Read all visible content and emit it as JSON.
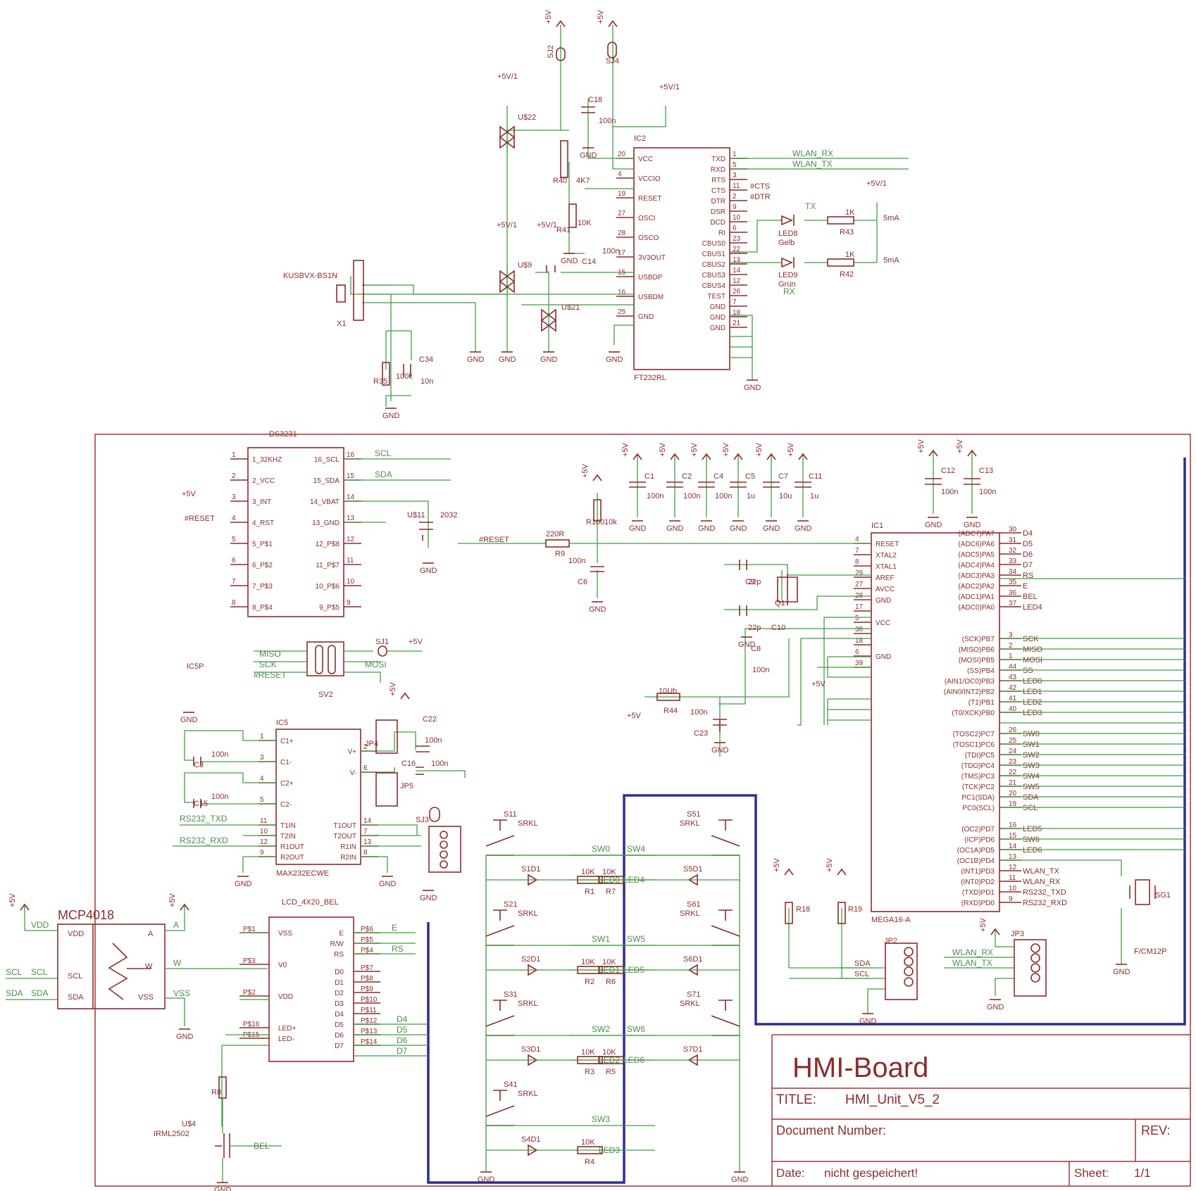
{
  "title_block": {
    "board_name": "HMI-Board",
    "title_label": "TITLE:",
    "title_value": "HMI_Unit_V5_2",
    "doc_label": "Document Number:",
    "rev_label": "REV:",
    "date_label": "Date:",
    "date_value": "nicht gespeichert!",
    "sheet_label": "Sheet:",
    "sheet_value": "1/1"
  },
  "ic2": {
    "name": "IC2",
    "part": "FT232RL",
    "left_pins": [
      [
        "20",
        "VCC"
      ],
      [
        "4",
        "VCCIO"
      ],
      [
        "19",
        "RESET"
      ],
      [
        "27",
        "OSCI"
      ],
      [
        "28",
        "OSCO"
      ],
      [
        "17",
        "3V3OUT"
      ],
      [
        "15",
        "USBDP"
      ],
      [
        "16",
        "USBDM"
      ],
      [
        "25",
        "GND"
      ]
    ],
    "right_pins": [
      [
        "1",
        "TXD"
      ],
      [
        "5",
        "RXD"
      ],
      [
        "3",
        "RTS"
      ],
      [
        "11",
        "CTS"
      ],
      [
        "2",
        "DTR"
      ],
      [
        "9",
        "DSR"
      ],
      [
        "10",
        "DCD"
      ],
      [
        "6",
        "RI"
      ],
      [
        "23",
        "CBUS0"
      ],
      [
        "22",
        "CBUS1"
      ],
      [
        "13",
        "CBUS2"
      ],
      [
        "14",
        "CBUS3"
      ],
      [
        "12",
        "CBUS4"
      ],
      [
        "26",
        "TEST"
      ],
      [
        "7",
        "GND"
      ],
      [
        "18",
        "GND"
      ],
      [
        "21",
        "GND"
      ]
    ]
  },
  "ic1": {
    "name": "IC1",
    "part": "MEGA16-A",
    "left_pins": [
      [
        "4",
        "RESET"
      ],
      [
        "7",
        "XTAL2"
      ],
      [
        "8",
        "XTAL1"
      ],
      [
        "29",
        "AREF"
      ],
      [
        "27",
        "AVCC"
      ],
      [
        "28",
        "GND"
      ],
      [
        "17",
        ""
      ],
      [
        "5",
        "VCC"
      ],
      [
        "38",
        ""
      ],
      [
        "18",
        ""
      ],
      [
        "6",
        "GND"
      ],
      [
        "39",
        ""
      ]
    ],
    "port_a": [
      [
        "(ADC7)PA7",
        "30",
        "D4"
      ],
      [
        "(ADC6)PA6",
        "31",
        "D5"
      ],
      [
        "(ADC5)PA5",
        "32",
        "D6"
      ],
      [
        "(ADC4)PA4",
        "33",
        "D7"
      ],
      [
        "(ADC3)PA3",
        "34",
        "RS"
      ],
      [
        "(ADC2)PA2",
        "35",
        "E"
      ],
      [
        "(ADC1)PA1",
        "36",
        "BEL"
      ],
      [
        "(ADC0)PA0",
        "37",
        "LED4"
      ]
    ],
    "port_b": [
      [
        "(SCK)PB7",
        "3",
        "SCK"
      ],
      [
        "(MISO)PB6",
        "2",
        "MISO"
      ],
      [
        "(MOSI)PB5",
        "1",
        "MOSI"
      ],
      [
        "(SS)PB4",
        "44",
        "SS"
      ],
      [
        "(AIN1/OC0)PB3",
        "43",
        "LED0"
      ],
      [
        "(AIN0/INT2)PB2",
        "42",
        "LED1"
      ],
      [
        "(T1)PB1",
        "41",
        "LED2"
      ],
      [
        "(T0/XCK)PB0",
        "40",
        "LED3"
      ]
    ],
    "port_c": [
      [
        "(TOSC2)PC7",
        "26",
        "SW0"
      ],
      [
        "(TOSC1)PC6",
        "25",
        "SW1"
      ],
      [
        "(TDI)PC5",
        "24",
        "SW2"
      ],
      [
        "(TDO)PC4",
        "23",
        "SW3"
      ],
      [
        "(TMS)PC3",
        "22",
        "SW4"
      ],
      [
        "(TCK)PC2",
        "21",
        "SW5"
      ],
      [
        "PC1(SDA)",
        "20",
        "SDA"
      ],
      [
        "PC0(SCL)",
        "19",
        "SCL"
      ]
    ],
    "port_d": [
      [
        "(OC2)PD7",
        "16",
        "LED5"
      ],
      [
        "(ICP)PD6",
        "15",
        "SW6"
      ],
      [
        "(OC1A)PD5",
        "14",
        "LED6"
      ],
      [
        "(OC1B)PD4",
        "13",
        ""
      ],
      [
        "(INT1)PD3",
        "12",
        "WLAN_TX"
      ],
      [
        "(INT0)PD2",
        "11",
        "WLAN_RX"
      ],
      [
        "(TXD)PD1",
        "10",
        "RS232_TXD"
      ],
      [
        "(RXD)PD0",
        "9",
        "RS232_RXD"
      ]
    ]
  },
  "ds3231": {
    "name": "DS3231",
    "left": [
      [
        "1",
        "1_32KHZ"
      ],
      [
        "2",
        "2_VCC"
      ],
      [
        "3",
        "3_INT"
      ],
      [
        "4",
        "4_RST"
      ],
      [
        "5",
        "5_P$1"
      ],
      [
        "6",
        "6_P$2"
      ],
      [
        "7",
        "7_P$3"
      ],
      [
        "8",
        "8_P$4"
      ]
    ],
    "right": [
      [
        "16",
        "16_SCL"
      ],
      [
        "15",
        "15_SDA"
      ],
      [
        "14",
        "14_VBAT"
      ],
      [
        "13",
        "13_GND"
      ],
      [
        "12",
        "12_P$8"
      ],
      [
        "11",
        "11_P$7"
      ],
      [
        "10",
        "10_P$6"
      ],
      [
        "9",
        "9_P$5"
      ]
    ],
    "nets": [
      "SCL",
      "SDA"
    ]
  },
  "max232": {
    "name": "IC5",
    "part": "MAX232ECWE",
    "left": [
      [
        "1",
        "C1+"
      ],
      [
        "3",
        "C1-"
      ],
      [
        "4",
        "C2+"
      ],
      [
        "5",
        "C2-"
      ],
      [
        "11",
        "T1IN"
      ],
      [
        "10",
        "T2IN"
      ],
      [
        "12",
        "R1OUT"
      ],
      [
        "9",
        "R2OUT"
      ]
    ],
    "right": [
      [
        "2",
        "V+"
      ],
      [
        "6",
        "V-"
      ],
      [
        "14",
        "T1OUT"
      ],
      [
        "7",
        "T2OUT"
      ],
      [
        "13",
        "R1IN"
      ],
      [
        "8",
        "R2IN"
      ]
    ]
  },
  "lcd": {
    "name": "LCD_4X20_BEL",
    "left": [
      [
        "P$1",
        "VSS"
      ],
      [
        "P$3",
        "V0"
      ],
      [
        "P$2",
        "VDD"
      ],
      [
        "P$16",
        "LED+"
      ],
      [
        "P$15",
        "LED-"
      ]
    ],
    "right": [
      [
        "P$6",
        "E"
      ],
      [
        "P$5",
        "R/W"
      ],
      [
        "P$4",
        "RS"
      ],
      [
        "P$7",
        "D0"
      ],
      [
        "P$8",
        "D1"
      ],
      [
        "P$9",
        "D2"
      ],
      [
        "P$10",
        "D3"
      ],
      [
        "P$11",
        "D4"
      ],
      [
        "P$12",
        "D5"
      ],
      [
        "P$13",
        "D6"
      ],
      [
        "P$14",
        "D7"
      ]
    ],
    "nets": [
      "E",
      "RS",
      "GND",
      "D4",
      "D5",
      "D6",
      "D7"
    ]
  },
  "mcp": {
    "name": "MCP4018",
    "left": [
      "VDD",
      "SCL",
      "SDA"
    ],
    "right": [
      "A",
      "W",
      "VSS"
    ],
    "nets": [
      "VDD",
      "SCL",
      "SDA",
      "SCL",
      "SDA",
      "A",
      "W",
      "VSS"
    ]
  },
  "switches": [
    {
      "s": "S11",
      "d": "S1D1",
      "r": "R1",
      "sw": "SW0",
      "led": "LED0"
    },
    {
      "s": "S21",
      "d": "S2D1",
      "r": "R2",
      "sw": "SW1",
      "led": "LED1"
    },
    {
      "s": "S31",
      "d": "S3D1",
      "r": "R3",
      "sw": "SW2",
      "led": "LED2"
    },
    {
      "s": "S41",
      "d": "S4D1",
      "r": "R4",
      "sw": "SW3",
      "led": "LED3"
    }
  ],
  "switches_right": [
    {
      "s": "S51",
      "d": "S5D1",
      "r": "R7",
      "sw": "SW4",
      "led": "LED4"
    },
    {
      "s": "S61",
      "d": "S6D1",
      "r": "R6",
      "sw": "SW5",
      "led": "LED5"
    },
    {
      "s": "S71",
      "d": "S7D1",
      "r": "R5",
      "sw": "SW6",
      "led": "LED6"
    }
  ],
  "labels": {
    "gnd": "GND",
    "p5v": "+5V",
    "p5v1": "+5V/1",
    "srkl": "SRKL",
    "k10": "10K",
    "n100": "100n",
    "u1": "1u",
    "u10": "10u",
    "usb": "KUSBVX-BS1N",
    "x1": "X1",
    "u22": "U$22",
    "u9": "U$9",
    "u21": "U$21",
    "sj2": "SJ2",
    "sj4": "SJ4",
    "c18": "C18",
    "r40": "R40",
    "k47": "4K7",
    "r41": "R41",
    "k10b": "10K",
    "c14": "C14",
    "r35": "R35",
    "k100": "100k",
    "c34": "C34",
    "n10": "10n",
    "wlan_rx": "WLAN_RX",
    "wlan_tx": "WLAN_TX",
    "cts": "#CTS",
    "dtr": "#DTR",
    "tx": "TX",
    "rx": "RX",
    "led8": "LED8",
    "gelb": "Gelb",
    "led9": "LED9",
    "gruen": "Grün",
    "r43": "R43",
    "r42": "R42",
    "k1": "1K",
    "ma5": "5mA",
    "c1": "C1",
    "c2": "C2",
    "c4": "C4",
    "c5": "C5",
    "c7": "C7",
    "c11": "C11",
    "c12": "C12",
    "c13": "C13",
    "r100": "R100",
    "k10c": "10k",
    "reset": "#RESET",
    "r9": "R9",
    "r220": "220R",
    "c6": "C6",
    "c9": "C9",
    "c10": "C10",
    "p22": "22p",
    "q1": "Q1",
    "c8": "C8",
    "r44": "R44",
    "uh10": "10Uh",
    "c23": "C23",
    "u11": "U$11",
    "b2032": "2032",
    "ic5p": "IC5P",
    "vcc": "VCC",
    "sv2": "SV2",
    "sj1": "SJ1",
    "miso": "MISO",
    "sck": "SCK",
    "mosi": "MOSI",
    "c3": "C3",
    "c15": "C15",
    "c22": "C22",
    "c16": "C16",
    "jp4": "JP4",
    "jp5": "JP5",
    "sj3": "SJ3",
    "rs232_txd": "RS232_TXD",
    "rs232_rxd": "RS232_RXD",
    "r18": "R18",
    "r19": "R19",
    "jp2": "JP2",
    "jp3": "JP3",
    "sda": "SDA",
    "scl": "SCL",
    "sg1": "SG1",
    "fcm": "F/CM12P",
    "r8": "R8",
    "u4": "U$4",
    "irml": "IRML2502",
    "bel": "BEL",
    "led_p": "LED+",
    "led_m": "LED-"
  }
}
